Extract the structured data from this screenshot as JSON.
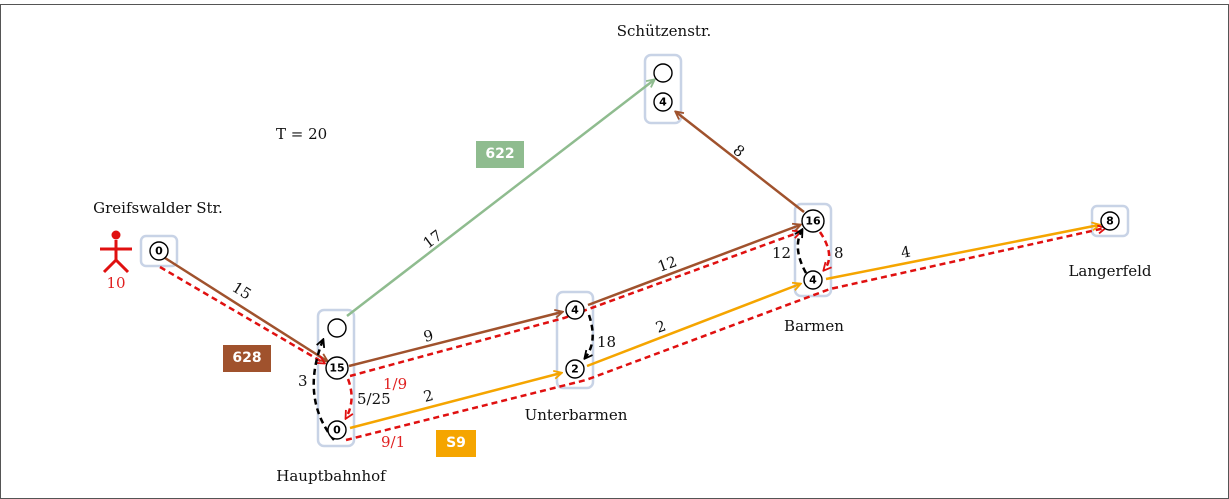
{
  "time_label": "T = 20",
  "person_value": "10",
  "stations": {
    "greifswalder": "Greifswalder Str.",
    "hauptbahnhof": "Hauptbahnhof",
    "unterbarmen": "Unterbarmen",
    "barmen": "Barmen",
    "schuetzenstr": "Schützenstr.",
    "langerfeld": "Langerfeld"
  },
  "nodes": {
    "greif": "0",
    "hbf_top": "",
    "hbf_mid": "15",
    "hbf_bot": "0",
    "unter_top": "4",
    "unter_bot": "2",
    "barmen_top": "16",
    "barmen_bot": "4",
    "schuetz_top": "",
    "schuetz_bot": "4",
    "langer": "8"
  },
  "lines": [
    {
      "name": "628",
      "color": "#a0522d"
    },
    {
      "name": "622",
      "color": "#8fbc8f"
    },
    {
      "name": "S9",
      "color": "#f5a500"
    }
  ],
  "edge_labels": {
    "greif_hbf": "15",
    "hbf_schuetz": "17",
    "hbf_unter_top": "9",
    "unter_barmen_top": "12",
    "barmen_schuetz": "8",
    "hbf_unter_bot": "2",
    "unter_barmen_bot": "2",
    "barmen_langer": "4",
    "hbf_transfer_left": "3",
    "hbf_transfer_right": "5/25",
    "hbf_red_top": "1/9",
    "hbf_red_bot": "9/1",
    "unter_transfer": "18",
    "barmen_transfer_left": "12",
    "barmen_transfer_right": "8"
  },
  "colors": {
    "red_path": "#e01010",
    "person": "#e01010",
    "box": "#c8d3e6"
  }
}
